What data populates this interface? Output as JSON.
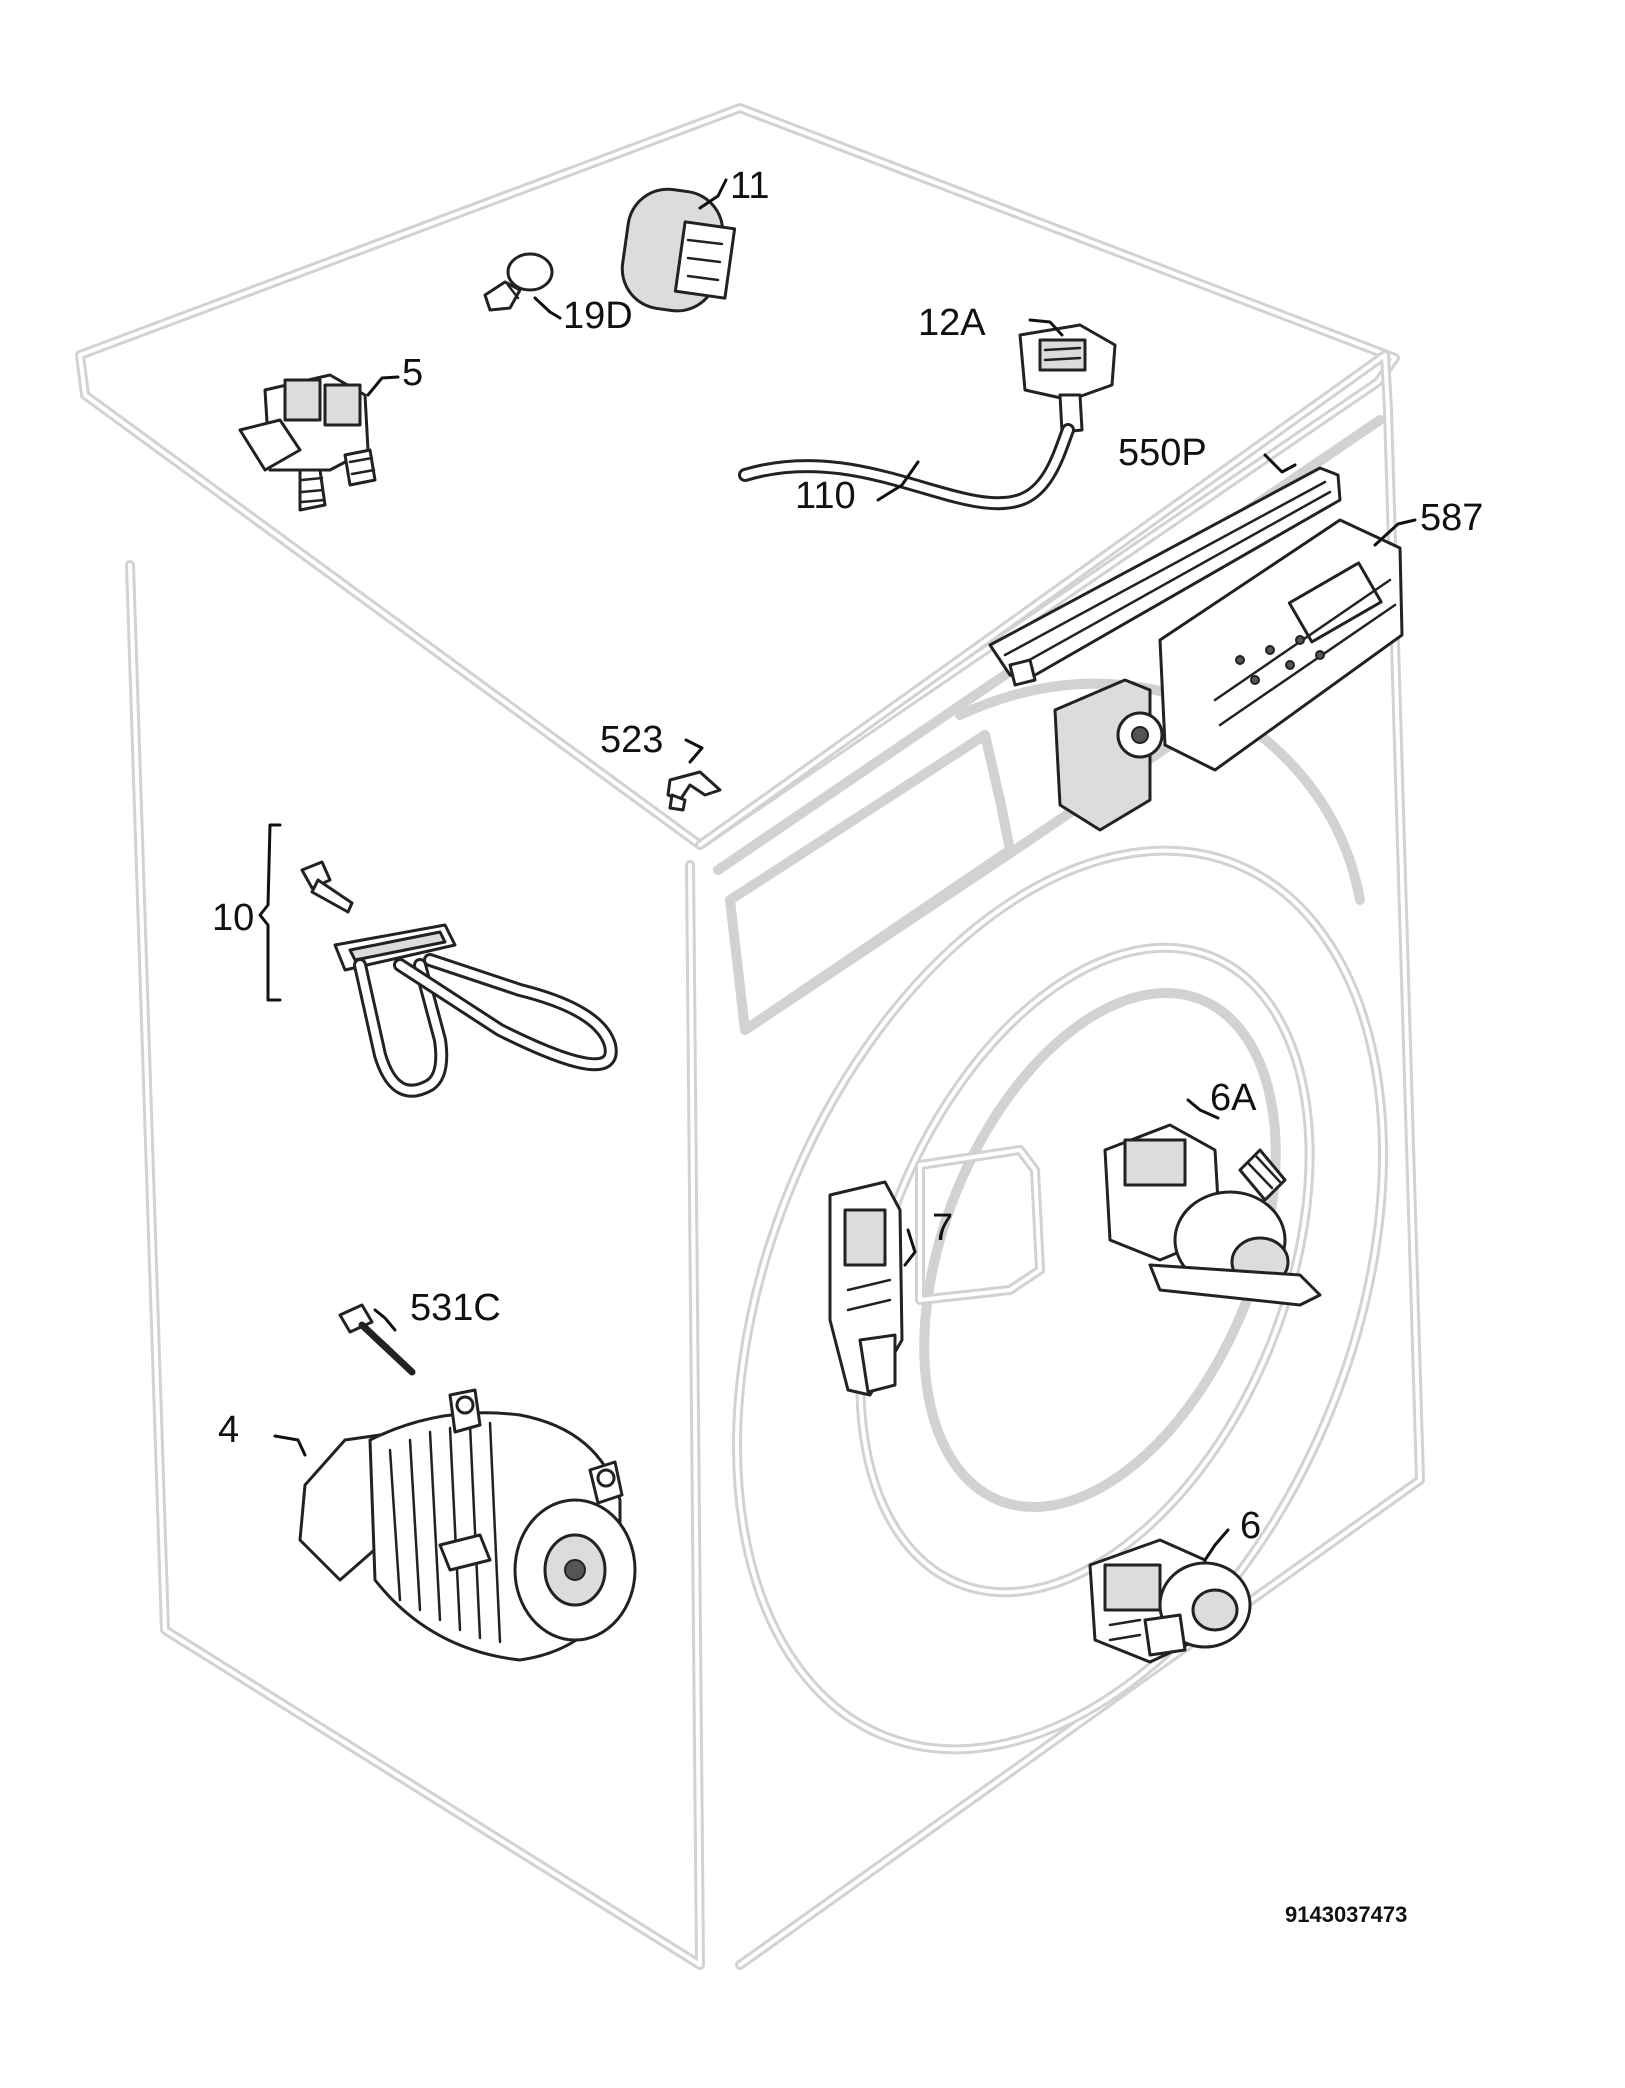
{
  "callouts": {
    "p11": "11",
    "p19d": "19D",
    "p12a": "12A",
    "p5": "5",
    "p550p": "550P",
    "p587": "587",
    "p110": "110",
    "p523": "523",
    "p10": "10",
    "p6a": "6A",
    "p7": "7",
    "p531c": "531C",
    "p4": "4",
    "p6": "6"
  },
  "document_number": "9143037473"
}
